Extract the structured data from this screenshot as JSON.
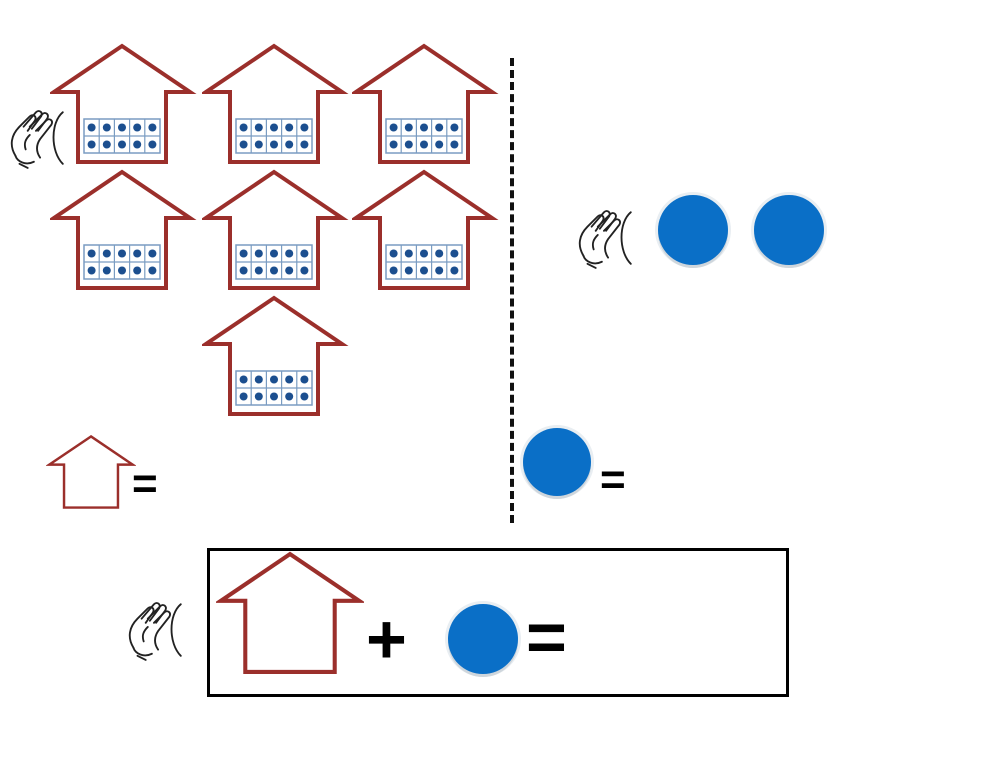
{
  "worksheet": {
    "tens_houses_count": 7,
    "ones_counters_count": 2,
    "dots_per_house": 10,
    "colors": {
      "house_outline": "#9b2f2b",
      "counter_blue": "#0a6fc7",
      "tenframe_border": "#7a9cc2",
      "dot": "#1c4f8f"
    },
    "icons": {
      "clap": "clapping-hands-icon",
      "house": "house-tens-icon",
      "counter": "counter-one-icon"
    }
  },
  "symbols": {
    "equals": "=",
    "plus": "+"
  }
}
